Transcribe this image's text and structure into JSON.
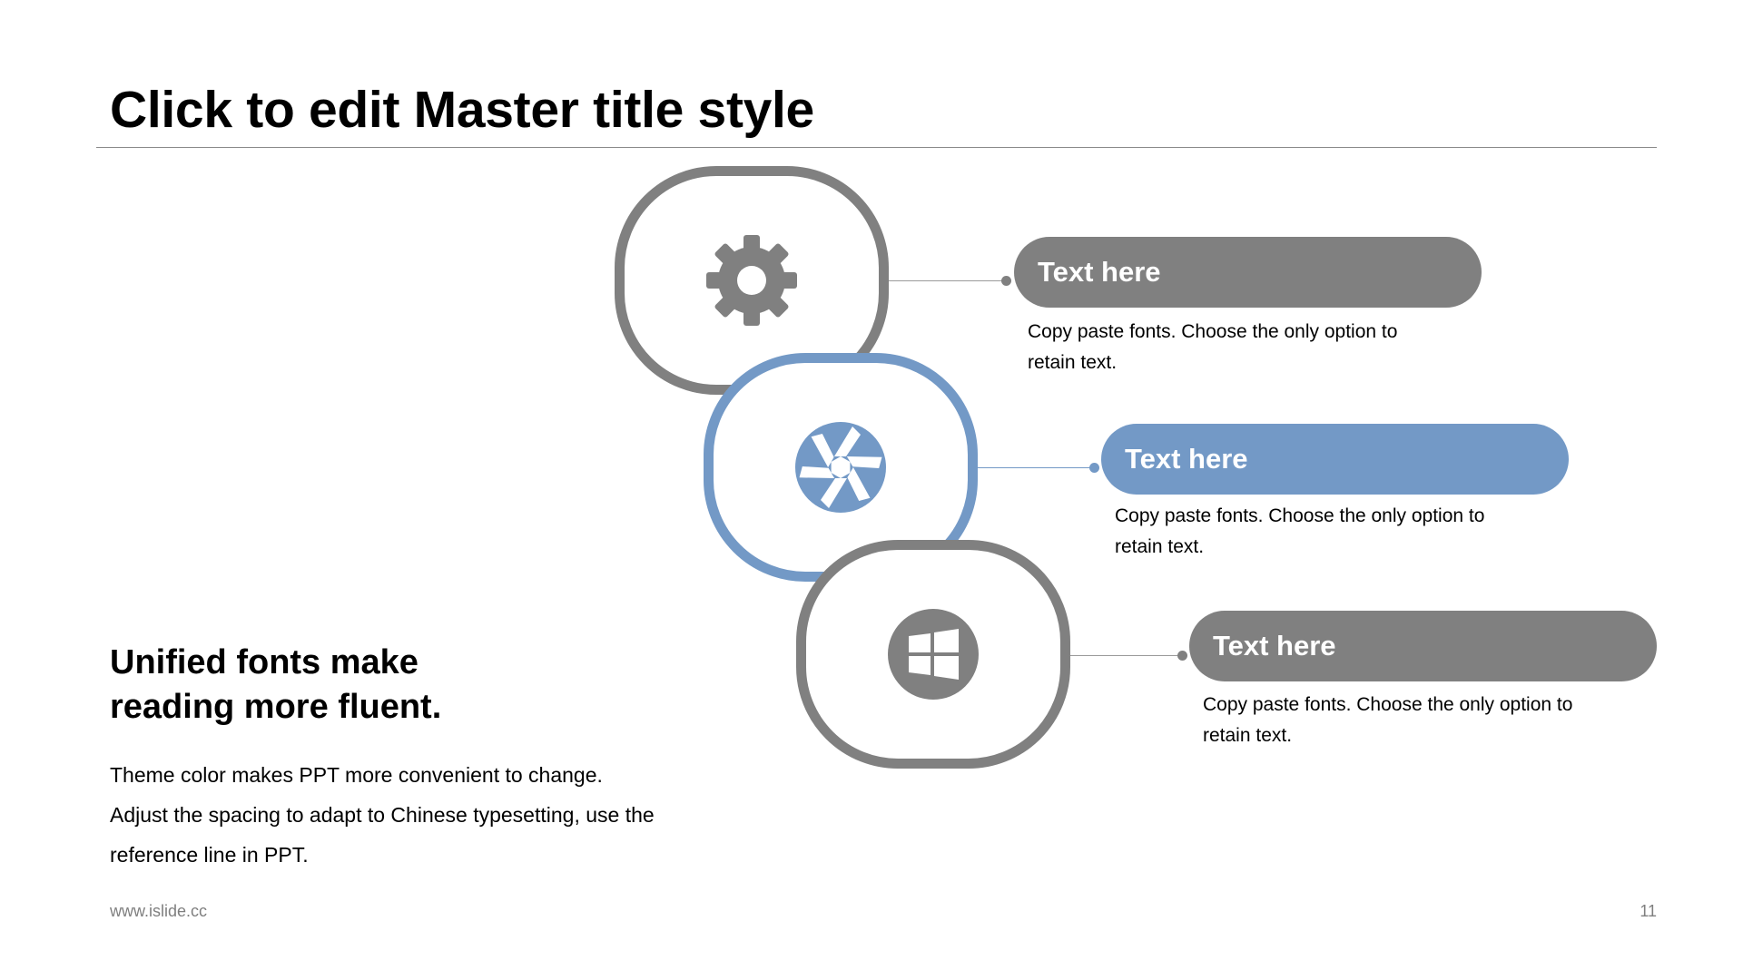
{
  "slide": {
    "title": "Click to edit Master title style",
    "subhead_lines": [
      "Unified fonts make",
      "reading more fluent."
    ],
    "body_lines": [
      "Theme color makes PPT more convenient to change.",
      "Adjust the spacing to adapt to Chinese typesetting, use the",
      "reference line in PPT."
    ],
    "footer_url": "www.islide.cc",
    "page_number": "11"
  },
  "colors": {
    "accent_gray": "#808080",
    "accent_blue": "#7399c6",
    "text": "#000000",
    "muted": "#7f7f7f"
  },
  "items": [
    {
      "icon": "gear-icon",
      "color": "gray",
      "label": "Text here",
      "desc_lines": [
        "Copy paste fonts. Choose the only option to",
        "retain text."
      ]
    },
    {
      "icon": "camera-aperture-icon",
      "color": "blue",
      "label": "Text here",
      "desc_lines": [
        "Copy paste fonts. Choose the only option to",
        "retain text."
      ]
    },
    {
      "icon": "windows-logo-icon",
      "color": "gray",
      "label": "Text here",
      "desc_lines": [
        "Copy paste fonts. Choose the only option to",
        "retain text."
      ]
    }
  ]
}
